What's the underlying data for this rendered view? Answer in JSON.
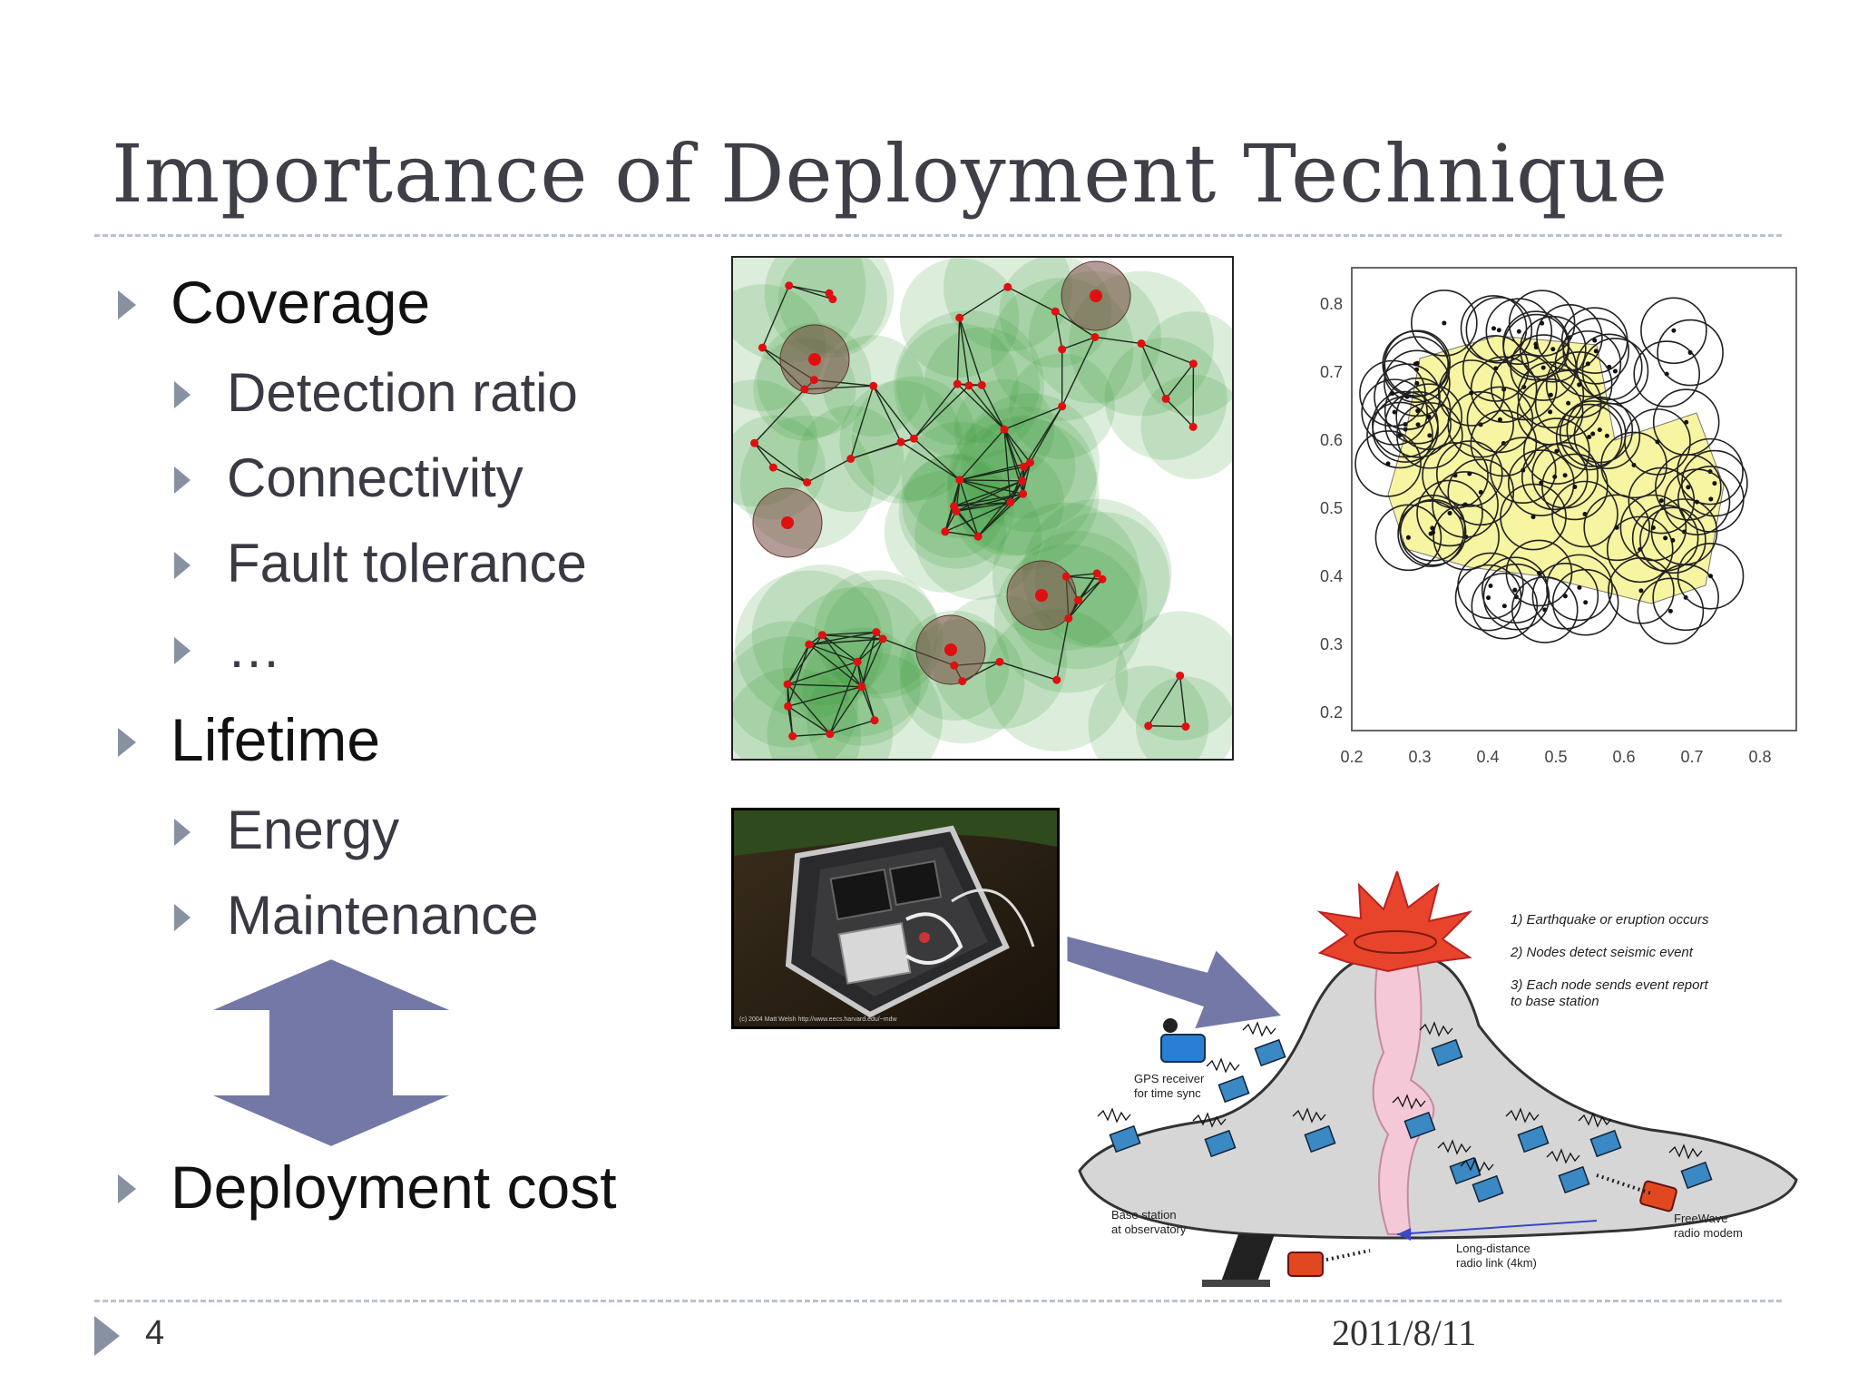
{
  "slide": {
    "title": "Importance of Deployment Technique",
    "bullets": [
      {
        "label": "Coverage",
        "children": [
          "Detection ratio",
          "Connectivity",
          "Fault tolerance",
          "…"
        ]
      },
      {
        "label": "Lifetime",
        "children": [
          "Energy",
          "Maintenance"
        ]
      },
      {
        "label": "Deployment cost",
        "children": []
      }
    ],
    "footer": {
      "page_number": "4",
      "date": "2011/8/11"
    }
  },
  "coverage_plot": {
    "x_ticks": [
      "0.2",
      "0.3",
      "0.4",
      "0.5",
      "0.6",
      "0.7",
      "0.8"
    ],
    "y_ticks": [
      "0.8",
      "0.7",
      "0.6",
      "0.5",
      "0.4",
      "0.3",
      "0.2"
    ]
  },
  "photo": {
    "caption": "(c) 2004 Matt Welsh  http://www.eecs.harvard.edu/~mdw"
  },
  "volcano_diagram": {
    "steps": [
      "1) Earthquake or eruption occurs",
      "2) Nodes detect seismic event",
      "3) Each node sends event report",
      "to base station"
    ],
    "gps_label": [
      "GPS receiver",
      "for time sync"
    ],
    "base_label": [
      "Base station",
      "at observatory"
    ],
    "radio_label": [
      "Long-distance",
      "radio link (4km)"
    ],
    "modem_label": [
      "FreeWave",
      "radio modem"
    ]
  },
  "colors": {
    "title": "#3f3f48",
    "bullet_marker": "#8791a2",
    "arrow_fill": "#7478a6",
    "volcano": "#d6d6d6",
    "eruption": "#e8442c"
  }
}
